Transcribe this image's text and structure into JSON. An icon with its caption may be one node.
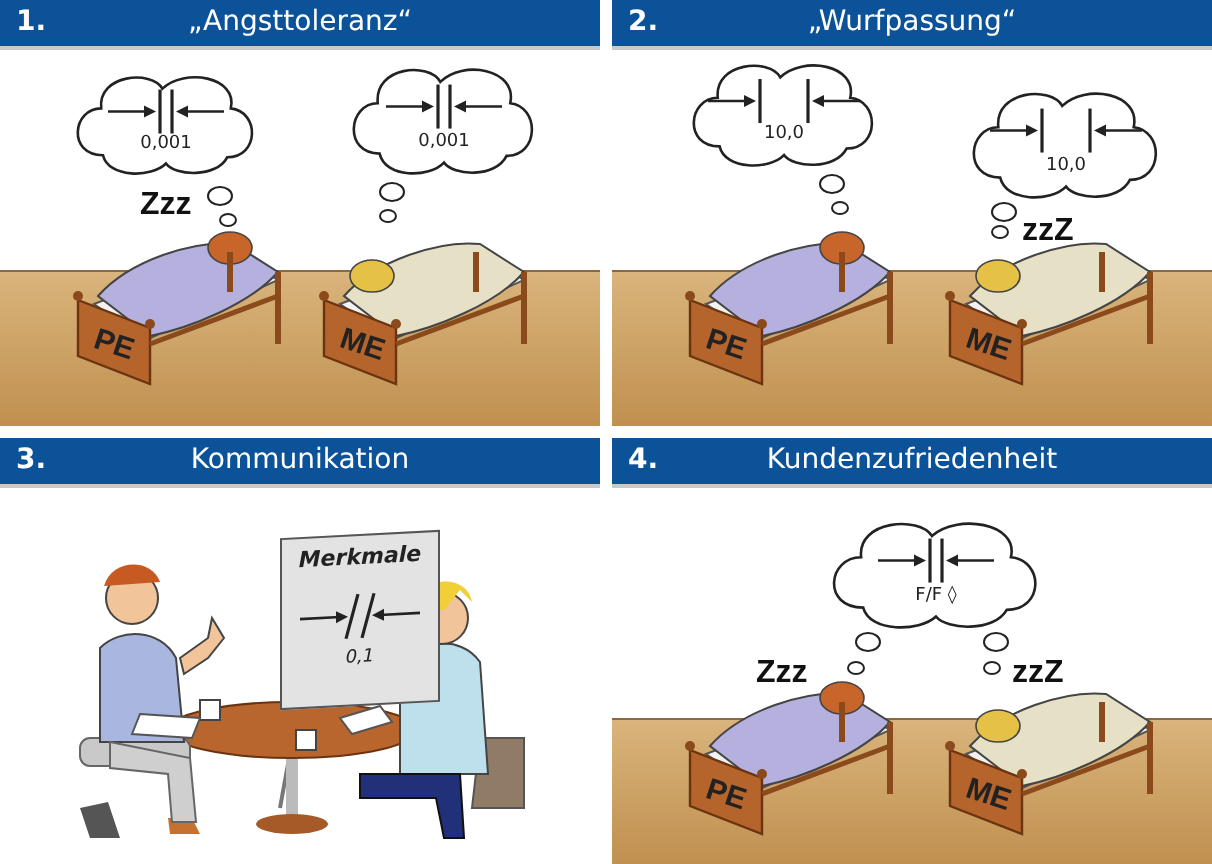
{
  "diagram": {
    "nodes": [
      {
        "text": [
          "1.",
          "„Angsttoleranz“"
        ]
      },
      {
        "text": [
          "0,001"
        ],
        "in": 0
      },
      {
        "text": [
          "0,001"
        ],
        "in": 0
      },
      {
        "text": [
          "2.",
          "„Wurfpassung“"
        ]
      },
      {
        "text": [
          "10,0"
        ],
        "in": 3
      },
      {
        "text": [
          "10,0"
        ],
        "in": 3
      },
      {
        "text": [
          "3.",
          "Kommunikation"
        ]
      },
      {
        "text": [
          "Merkmale",
          "0,1"
        ],
        "in": 6
      },
      {
        "text": [
          "4.",
          "Kundenzufriedenheit"
        ]
      },
      {
        "text": [
          "F/F ◊"
        ],
        "in": 8
      }
    ],
    "edges": [],
    "labels": [
      "Zzz",
      "PE",
      "ME",
      "PE",
      "zzZ",
      "ME",
      "Zzz",
      "zzZ",
      "PE",
      "ME"
    ]
  }
}
